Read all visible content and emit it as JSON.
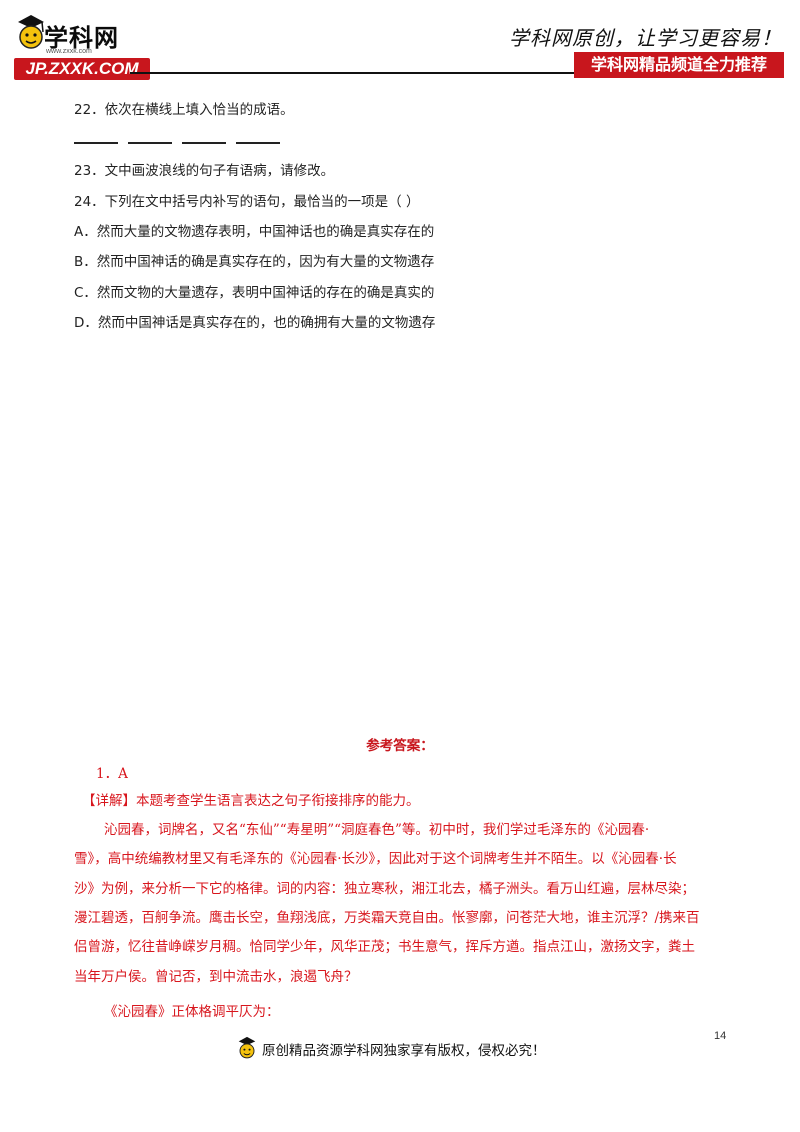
{
  "header": {
    "logo_title": "学科网",
    "logo_url": "www.zxxk.com",
    "logo_badge": "JP.ZXXK.COM",
    "slogan": "学科网原创，让学习更容易！",
    "recommend_badge": "学科网精品频道全力推荐"
  },
  "questions": {
    "q22": "22．依次在横线上填入恰当的成语。",
    "q23": "23．文中画波浪线的句子有语病，请修改。",
    "q24": "24．下列在文中括号内补写的语句，最恰当的一项是（    ）",
    "options": [
      "A．然而大量的文物遗存表明，中国神话也的确是真实存在的",
      "B．然而中国神话的确是真实存在的，因为有大量的文物遗存",
      "C．然而文物的大量遗存，表明中国神话的存在的确是真实的",
      "D．然而中国神话是真实存在的，也的确拥有大量的文物遗存"
    ]
  },
  "answers": {
    "title": "参考答案：",
    "item1": "1．A",
    "detail_tag": "【详解】",
    "detail_text": "本题考查学生语言表达之句子衔接排序的能力。",
    "lines": [
      "沁园春，词牌名，又名“东仙”“寿星明”“洞庭春色”等。初中时，我们学过毛泽东的《沁园春·",
      "雪》，高中统编教材里又有毛泽东的《沁园春·长沙》，因此对于这个词牌考生并不陌生。以《沁园春·长",
      "沙》为例，来分析一下它的格律。词的内容：独立寒秋，湘江北去，橘子洲头。看万山红遍，层林尽染；",
      "漫江碧透，百舸争流。鹰击长空，鱼翔浅底，万类霜天竞自由。怅寥廓，问苍茫大地，谁主沉浮？/携来百",
      "侣曾游，忆往昔峥嵘岁月稠。恰同学少年，风华正茂；书生意气，挥斥方遒。指点江山，激扬文字，粪土",
      "当年万户侯。曾记否，到中流击水，浪遏飞舟？"
    ],
    "last_line": "《沁园春》正体格调平仄为："
  },
  "footer": {
    "page_number": "14",
    "copyright": "原创精品资源学科网独家享有版权，侵权必究！"
  },
  "colors": {
    "brand_red": "#c8161d",
    "answer_red": "#d8161d"
  },
  "icons": [
    "mascot-icon"
  ]
}
